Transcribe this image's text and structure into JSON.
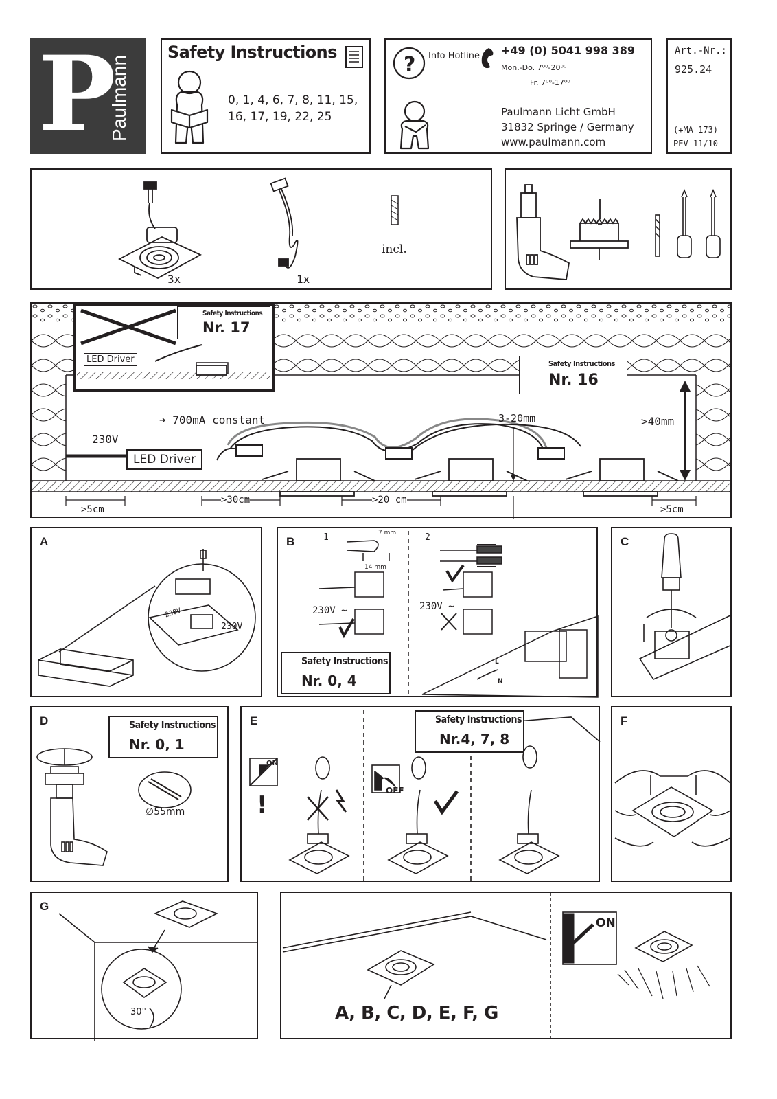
{
  "brand": {
    "letter": "P",
    "name": "Paulmann"
  },
  "safety": {
    "title": "Safety Instructions",
    "numbers_line1": "0, 1, 4, 6, 7, 8, 11, 15,",
    "numbers_line2": "16, 17, 19, 22, 25"
  },
  "hotline": {
    "label": "Info Hotline",
    "phone": "+49 (0) 5041 998 389",
    "hours1": "Mon.-Do. 7⁰⁰-20⁰⁰",
    "hours2": "Fr. 7⁰⁰-17⁰⁰",
    "company": "Paulmann Licht GmbH",
    "address": "31832 Springe / Germany",
    "web": "www.paulmann.com"
  },
  "article": {
    "label": "Art.-Nr.:",
    "number": "925.24",
    "ma": "(+MA 173)",
    "pev": "PEV 11/10"
  },
  "contents": {
    "qty_light": "3x",
    "qty_driver": "1x",
    "incl": "incl."
  },
  "wiring": {
    "si_title": "Safety Instructions",
    "nr17": "Nr. 17",
    "nr16": "Nr. 16",
    "led_driver": "LED Driver",
    "current": "➔ 700mA constant",
    "voltage": "230V",
    "depth": "3-20mm",
    "height": ">40mm",
    "dist_edge": ">5cm",
    "dist_driver": ">30cm",
    "dist_lights": ">20 cm",
    "dist_edge_right": ">5cm"
  },
  "panelA": {
    "letter": "A",
    "v1": "230V",
    "v2": "230V"
  },
  "panelB": {
    "letter": "B",
    "step1": "1",
    "step2": "2",
    "strip1": "7 mm",
    "strip2": "14 mm",
    "voltage1": "230V ~",
    "voltage2": "230V ~",
    "si_title": "Safety Instructions",
    "si_nr": "Nr. 0, 4",
    "L": "L",
    "N": "N"
  },
  "panelC": {
    "letter": "C"
  },
  "panelD": {
    "letter": "D",
    "si_title": "Safety Instructions",
    "si_nr": "Nr. 0, 1",
    "diameter": "∅55mm"
  },
  "panelE": {
    "letter": "E",
    "si_title": "Safety Instructions",
    "si_nr": "Nr.4, 7, 8",
    "on": "ON",
    "off": "OFF",
    "warn": "!"
  },
  "panelF": {
    "letter": "F"
  },
  "panelG": {
    "letter": "G",
    "angle": "30°"
  },
  "final": {
    "steps": "A, B, C, D, E, F, G",
    "on": "ON"
  }
}
